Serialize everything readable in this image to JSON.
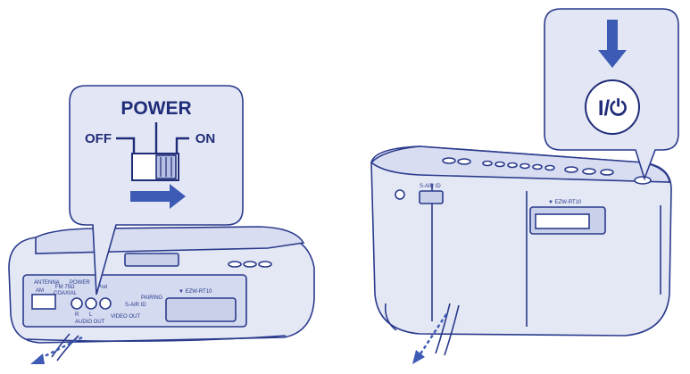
{
  "callout_left": {
    "title": "POWER",
    "off_label": "OFF",
    "on_label": "ON"
  },
  "callout_right": {
    "power_symbol": "I/⏻"
  },
  "device_left": {
    "antenna_label": "ANTENNA",
    "power_label": "POWER",
    "am_label": "AM",
    "fm_label": "FM 75Ω",
    "coaxial_label": "COAXIAL",
    "ipod_label": "iPod",
    "r_label": "R",
    "l_label": "L",
    "audio_out_label": "AUDIO OUT",
    "video_out_label": "VIDEO OUT",
    "sair_id_label": "S-AIR ID",
    "pairing_label": "PAIRING",
    "slot_label": "▼ EZW-RT10"
  },
  "device_right": {
    "sair_id_label": "S-AIR ID",
    "slot_label": "▼ EZW-RT10"
  },
  "colors": {
    "line": "#2a3a8c",
    "body_fill": "#e4e8f5",
    "body_dark": "#c9d0ea",
    "callout_fill": "#e3e7f5",
    "arrow": "#3d5bb5",
    "panel_fill": "#d4daf0"
  }
}
